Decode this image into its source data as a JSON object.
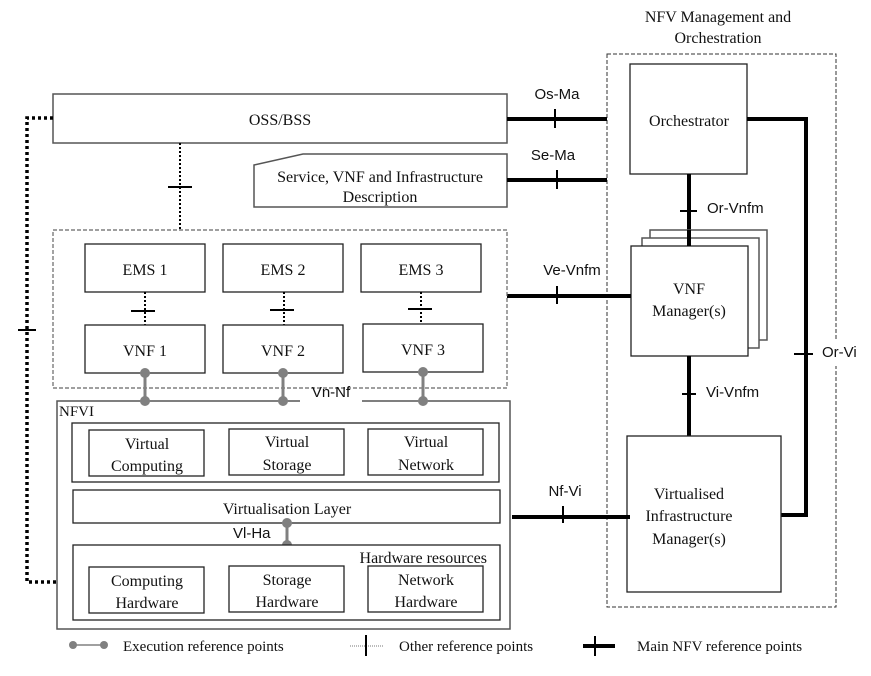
{
  "title": "NFV Management and Orchestration",
  "title_lines": [
    "NFV Management and",
    "Orchestration"
  ],
  "blocks": {
    "oss_bss": "OSS/BSS",
    "description_lines": [
      "Service, VNF and Infrastructure",
      "Description"
    ],
    "orchestrator": "Orchestrator",
    "vnf_manager_lines": [
      "VNF",
      "Manager(s)"
    ],
    "vim_lines": [
      "Virtualised",
      "Infrastructure",
      "Manager(s)"
    ],
    "ems": [
      "EMS 1",
      "EMS 2",
      "EMS 3"
    ],
    "vnf": [
      "VNF 1",
      "VNF 2",
      "VNF 3"
    ],
    "nfvi": "NFVI",
    "virtual": [
      {
        "line1": "Virtual",
        "line2": "Computing"
      },
      {
        "line1": "Virtual",
        "line2": "Storage"
      },
      {
        "line1": "Virtual",
        "line2": "Network"
      }
    ],
    "virtualisation_layer": "Virtualisation Layer",
    "hardware_resources": "Hardware resources",
    "hardware": [
      {
        "line1": "Computing",
        "line2": "Hardware"
      },
      {
        "line1": "Storage",
        "line2": "Hardware"
      },
      {
        "line1": "Network",
        "line2": "Hardware"
      }
    ]
  },
  "reference_points": {
    "os_ma": "Os-Ma",
    "se_ma": "Se-Ma",
    "or_vnfm": "Or-Vnfm",
    "ve_vnfm": "Ve-Vnfm",
    "or_vi": "Or-Vi",
    "vi_vnfm": "Vi-Vnfm",
    "nf_vi": "Nf-Vi",
    "vn_nf": "Vn-Nf",
    "vl_ha": "Vl-Ha"
  },
  "legend": {
    "execution": "Execution reference points",
    "other": "Other reference points",
    "main": "Main NFV reference points"
  }
}
